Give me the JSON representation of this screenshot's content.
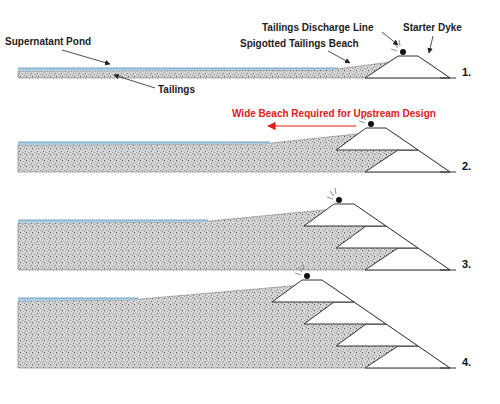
{
  "diagram": {
    "labels": [
      "Supernatant Pond",
      "Tailings Discharge Line",
      "Starter Dyke",
      "Spigotted Tailings Beach",
      "Tailings",
      "Wide Beach Required for Upstream Design",
      "1.",
      "2.",
      "3.",
      "4."
    ]
  }
}
